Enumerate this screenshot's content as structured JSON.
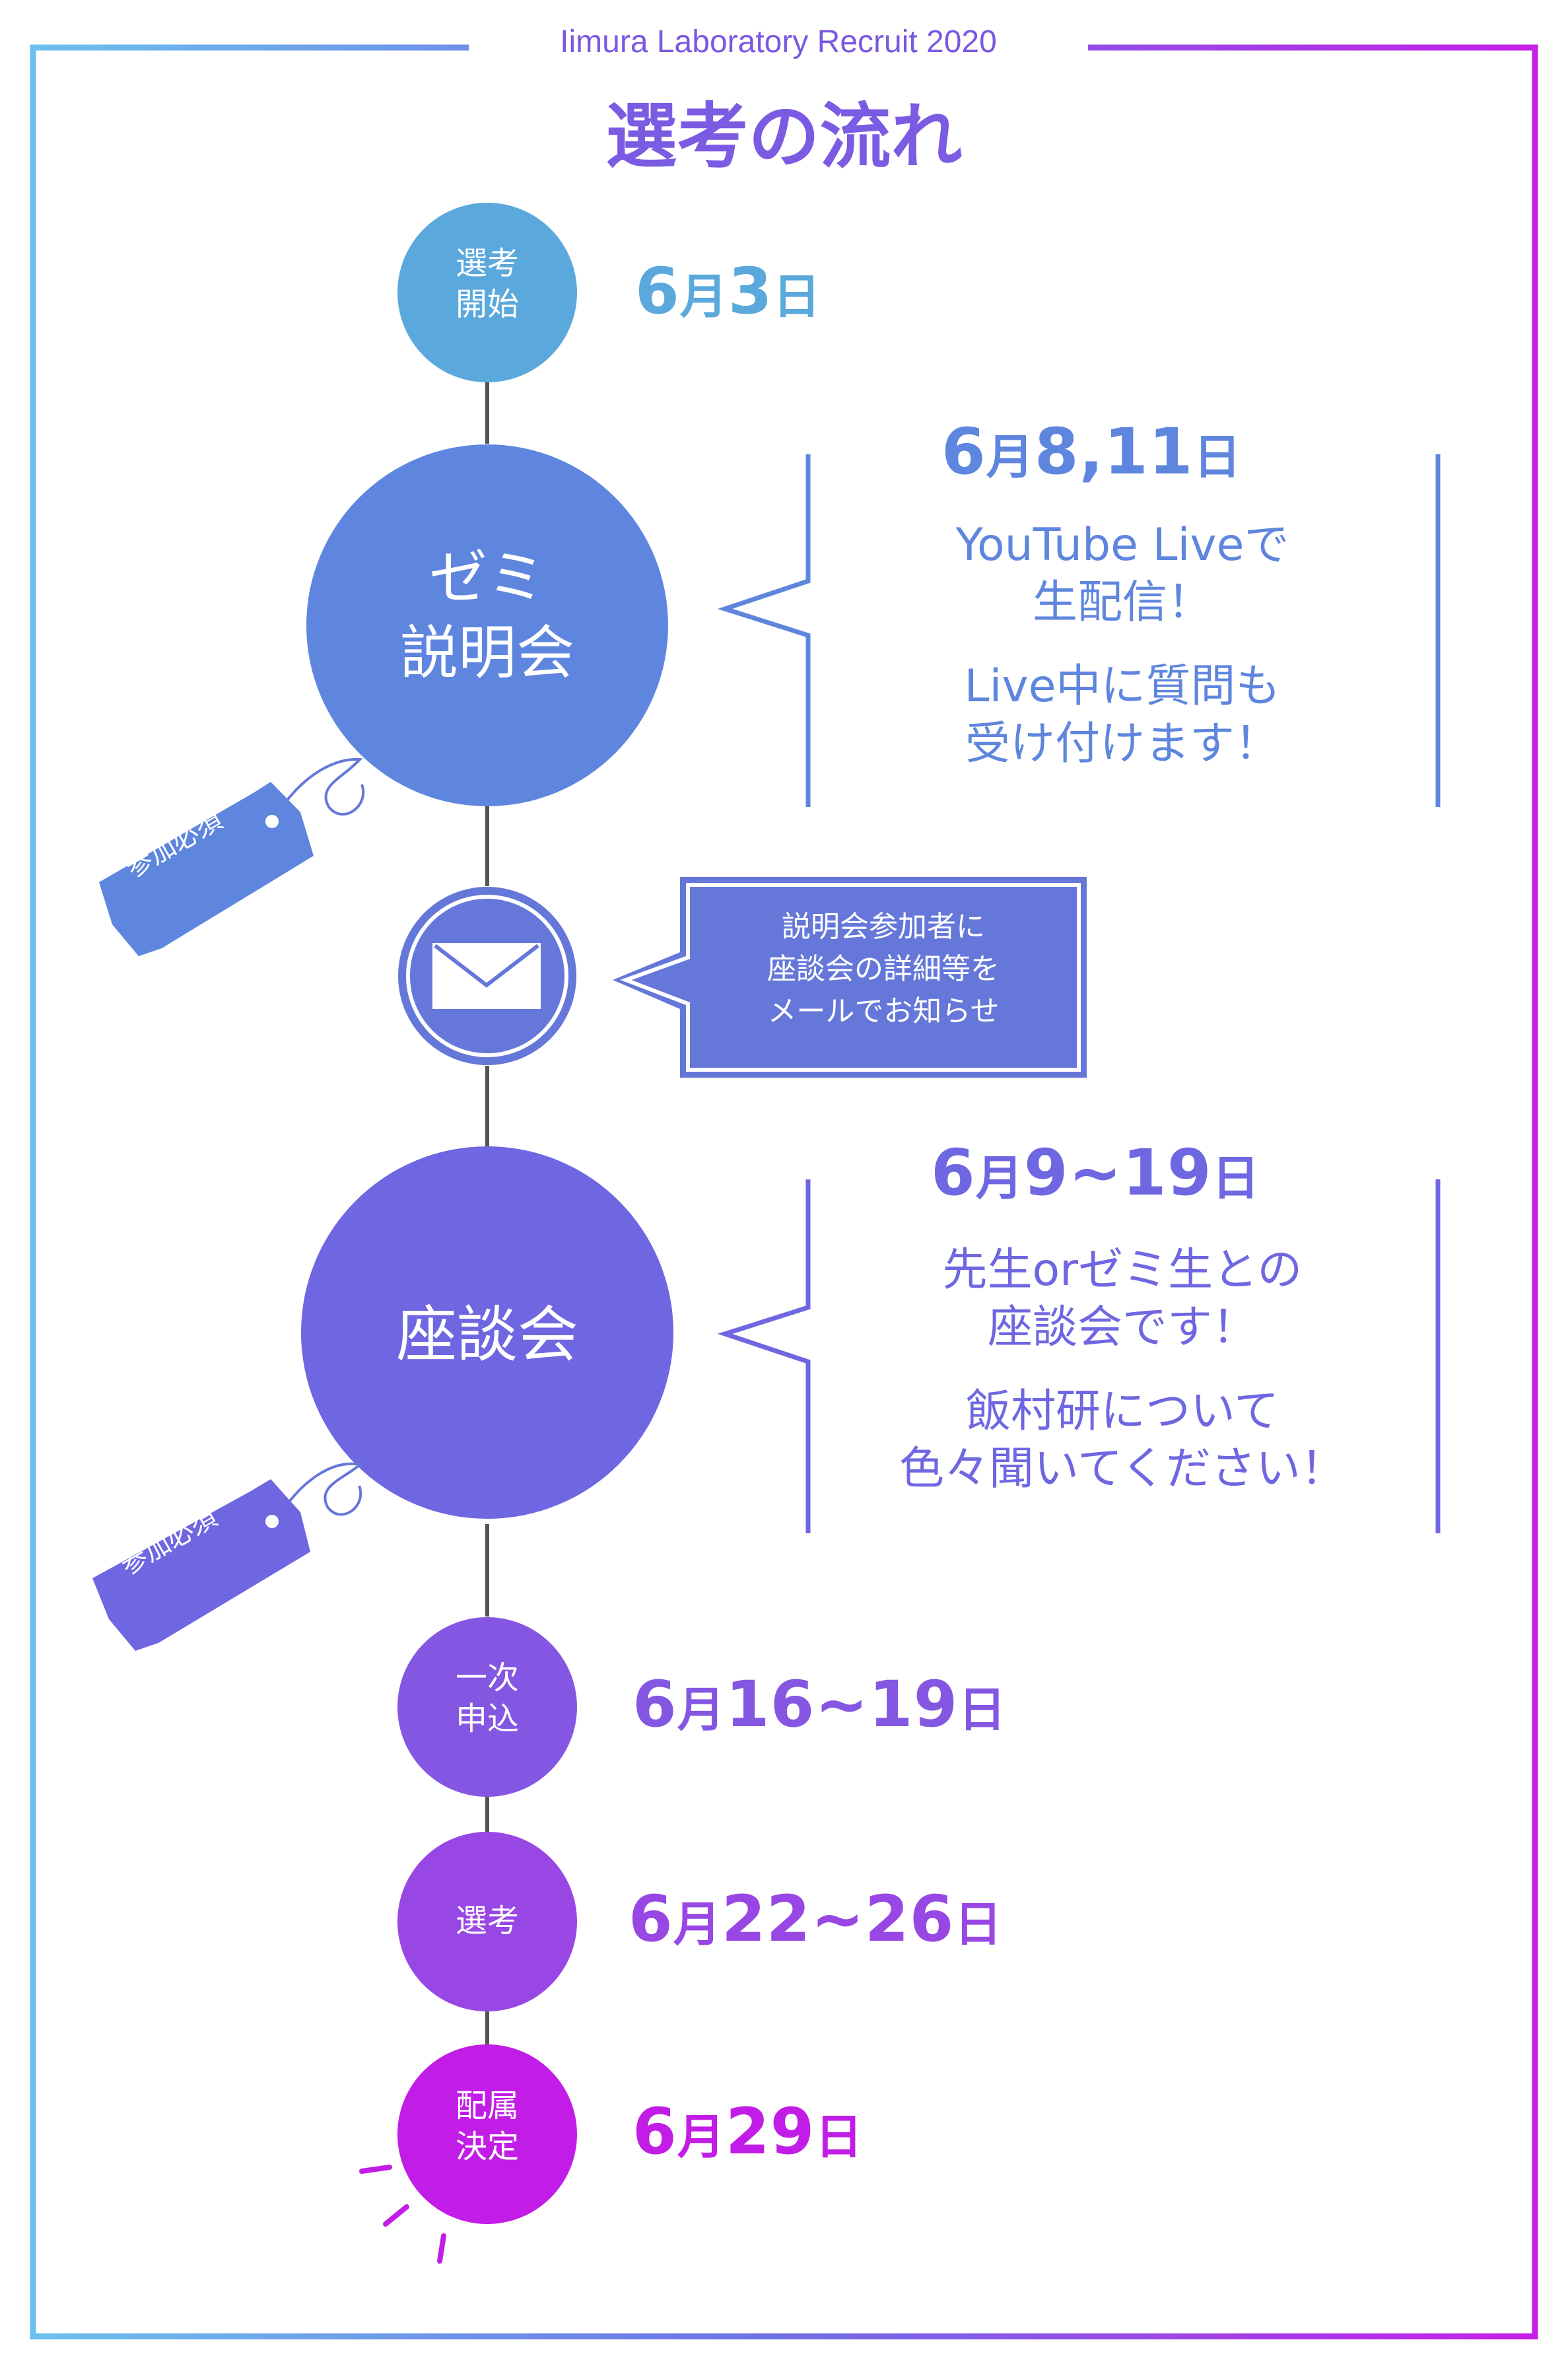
{
  "header": {
    "subtitle": "Iimura Laboratory Recruit 2020",
    "title": "選考の流れ"
  },
  "colors": {
    "border_left": "#6cc0ee",
    "border_right": "#c61fe8",
    "connector": "#555555",
    "step1": "#5aa8dc",
    "step2": "#5f86de",
    "mail": "#6577d9",
    "step3": "#6f67e1",
    "step4": "#8457e3",
    "step5": "#9847e4",
    "step6": "#c21de6"
  },
  "steps": [
    {
      "id": "start",
      "label_lines": [
        "選考",
        "開始"
      ],
      "date_main": "6",
      "date_month": "月",
      "date_num": "3",
      "date_day": "日"
    },
    {
      "id": "briefing",
      "label_lines": [
        "ゼミ",
        "説明会"
      ],
      "date_main": "6",
      "date_month": "月",
      "date_num": "8,11",
      "date_day": "日",
      "desc_lines": [
        "YouTube Liveで",
        "生配信！",
        "Live中に質問も",
        "受け付けます！"
      ],
      "tag": "参加必須"
    },
    {
      "id": "mail",
      "icon": "envelope-icon",
      "callout_lines": [
        "説明会参加者に",
        "座談会の詳細等を",
        "メールでお知らせ"
      ]
    },
    {
      "id": "roundtable",
      "label_lines": [
        "座談会"
      ],
      "date_main": "6",
      "date_month": "月",
      "date_num": "9~19",
      "date_day": "日",
      "desc_lines": [
        "先生orゼミ生との",
        "座談会です！",
        "飯村研について",
        "色々聞いてください！"
      ],
      "tag": "参加必須"
    },
    {
      "id": "apply",
      "label_lines": [
        "一次",
        "申込"
      ],
      "date_main": "6",
      "date_month": "月",
      "date_num": "16~19",
      "date_day": "日"
    },
    {
      "id": "selection",
      "label_lines": [
        "選考"
      ],
      "date_main": "6",
      "date_month": "月",
      "date_num": "22~26",
      "date_day": "日"
    },
    {
      "id": "assignment",
      "label_lines": [
        "配属",
        "決定"
      ],
      "date_main": "6",
      "date_month": "月",
      "date_num": "29",
      "date_day": "日"
    }
  ]
}
